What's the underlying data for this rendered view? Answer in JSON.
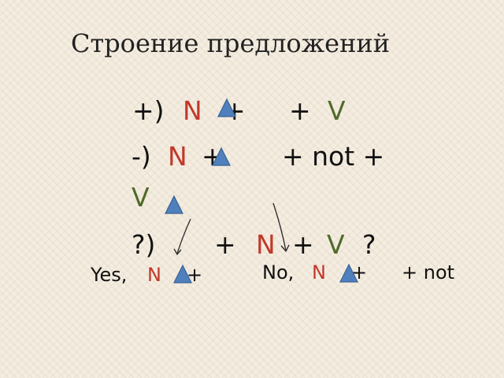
{
  "title": "Строение предложений",
  "colors": {
    "noun": "#c0392b",
    "verb": "#4f6b2a",
    "triangle": "#4f80bd",
    "text": "#111111"
  },
  "icons": {
    "marker": "blue-triangle-icon",
    "arrow": "curved-arrow-icon"
  },
  "line1": {
    "prefix": "+)",
    "n": "N",
    "plus1": "+",
    "plus2": "+",
    "v": "V"
  },
  "line2": {
    "prefix": "-)",
    "n": "N",
    "plus1": "+",
    "rest": "+ not +",
    "v": "V"
  },
  "line3": {
    "prefix": "?)",
    "plus1": "+",
    "n": "N",
    "plus2": "+",
    "v": "V",
    "q": "?"
  },
  "answers": {
    "yes": {
      "word": "Yes,",
      "n": "N",
      "plus": "+"
    },
    "no": {
      "word": "No,",
      "n": "N",
      "plus": "+",
      "rest": "+ not"
    }
  }
}
